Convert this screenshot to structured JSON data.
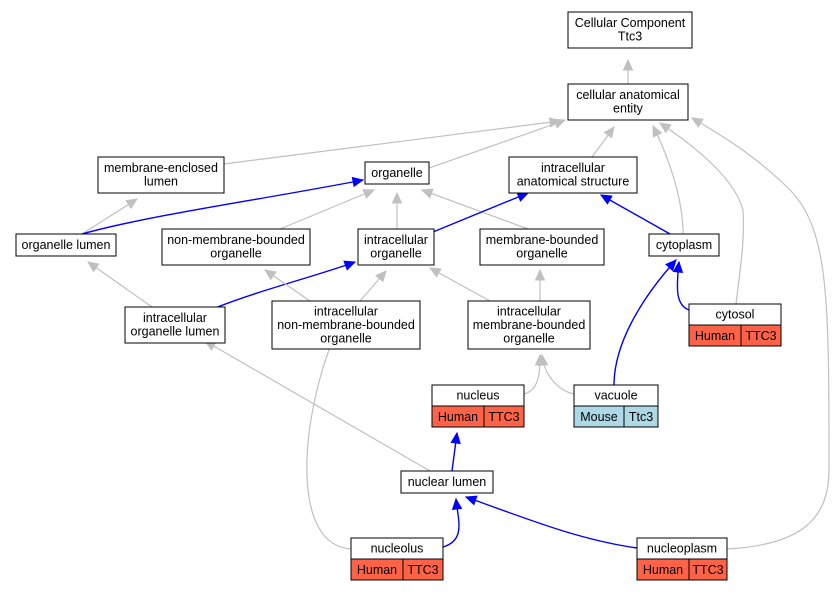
{
  "colors": {
    "human": "#ff6347",
    "mouse": "#add8e6",
    "inferred_edge": "#c0c0c0",
    "direct_edge": "#0000ff"
  },
  "nodes": {
    "root": {
      "lines": [
        "Cellular Component",
        "Ttc3"
      ]
    },
    "cae": {
      "lines": [
        "cellular anatomical",
        "entity"
      ]
    },
    "mel": {
      "lines": [
        "membrane-enclosed",
        "lumen"
      ]
    },
    "org": {
      "lines": [
        "organelle"
      ]
    },
    "ias": {
      "lines": [
        "intracellular",
        "anatomical structure"
      ]
    },
    "orglum": {
      "lines": [
        "organelle lumen"
      ]
    },
    "nmbo": {
      "lines": [
        "non-membrane-bounded",
        "organelle"
      ]
    },
    "io": {
      "lines": [
        "intracellular",
        "organelle"
      ]
    },
    "mbo": {
      "lines": [
        "membrane-bounded",
        "organelle"
      ]
    },
    "cyto": {
      "lines": [
        "cytoplasm"
      ]
    },
    "iol": {
      "lines": [
        "intracellular",
        "organelle lumen"
      ]
    },
    "inmbo": {
      "lines": [
        "intracellular",
        "non-membrane-bounded",
        "organelle"
      ]
    },
    "imbo": {
      "lines": [
        "intracellular",
        "membrane-bounded",
        "organelle"
      ]
    },
    "cytosol": {
      "lines": [
        "cytosol"
      ],
      "tags": [
        "Human",
        "TTC3"
      ]
    },
    "nucleus": {
      "lines": [
        "nucleus"
      ],
      "tags": [
        "Human",
        "TTC3"
      ]
    },
    "vacuole": {
      "lines": [
        "vacuole"
      ],
      "tags": [
        "Mouse",
        "Ttc3"
      ]
    },
    "nuclum": {
      "lines": [
        "nuclear lumen"
      ]
    },
    "nucleolus": {
      "lines": [
        "nucleolus"
      ],
      "tags": [
        "Human",
        "TTC3"
      ]
    },
    "nucleoplasm": {
      "lines": [
        "nucleoplasm"
      ],
      "tags": [
        "Human",
        "TTC3"
      ]
    }
  },
  "edges": [
    {
      "from": "cae",
      "to": "root",
      "kind": "gray"
    },
    {
      "from": "mel",
      "to": "cae",
      "kind": "gray"
    },
    {
      "from": "org",
      "to": "cae",
      "kind": "gray"
    },
    {
      "from": "ias",
      "to": "cae",
      "kind": "gray"
    },
    {
      "from": "cyto",
      "to": "cae",
      "kind": "gray"
    },
    {
      "from": "cytosol",
      "to": "cae",
      "kind": "gray"
    },
    {
      "from": "nucleoplasm",
      "to": "cae",
      "kind": "gray"
    },
    {
      "from": "orglum",
      "to": "mel",
      "kind": "gray"
    },
    {
      "from": "orglum",
      "to": "org",
      "kind": "blue"
    },
    {
      "from": "nmbo",
      "to": "org",
      "kind": "gray"
    },
    {
      "from": "io",
      "to": "org",
      "kind": "gray"
    },
    {
      "from": "mbo",
      "to": "org",
      "kind": "gray"
    },
    {
      "from": "io",
      "to": "ias",
      "kind": "blue"
    },
    {
      "from": "cyto",
      "to": "ias",
      "kind": "blue"
    },
    {
      "from": "iol",
      "to": "orglum",
      "kind": "gray"
    },
    {
      "from": "iol",
      "to": "io",
      "kind": "blue"
    },
    {
      "from": "inmbo",
      "to": "nmbo",
      "kind": "gray"
    },
    {
      "from": "inmbo",
      "to": "io",
      "kind": "gray"
    },
    {
      "from": "imbo",
      "to": "io",
      "kind": "gray"
    },
    {
      "from": "imbo",
      "to": "mbo",
      "kind": "gray"
    },
    {
      "from": "cytosol",
      "to": "cyto",
      "kind": "blue"
    },
    {
      "from": "vacuole",
      "to": "cyto",
      "kind": "blue"
    },
    {
      "from": "nucleus",
      "to": "imbo",
      "kind": "gray"
    },
    {
      "from": "vacuole",
      "to": "imbo",
      "kind": "gray"
    },
    {
      "from": "nuclum",
      "to": "iol",
      "kind": "gray"
    },
    {
      "from": "nuclum",
      "to": "nucleus",
      "kind": "blue"
    },
    {
      "from": "nucleolus",
      "to": "inmbo",
      "kind": "gray"
    },
    {
      "from": "nucleolus",
      "to": "nuclum",
      "kind": "blue"
    },
    {
      "from": "nucleoplasm",
      "to": "nuclum",
      "kind": "blue"
    }
  ]
}
